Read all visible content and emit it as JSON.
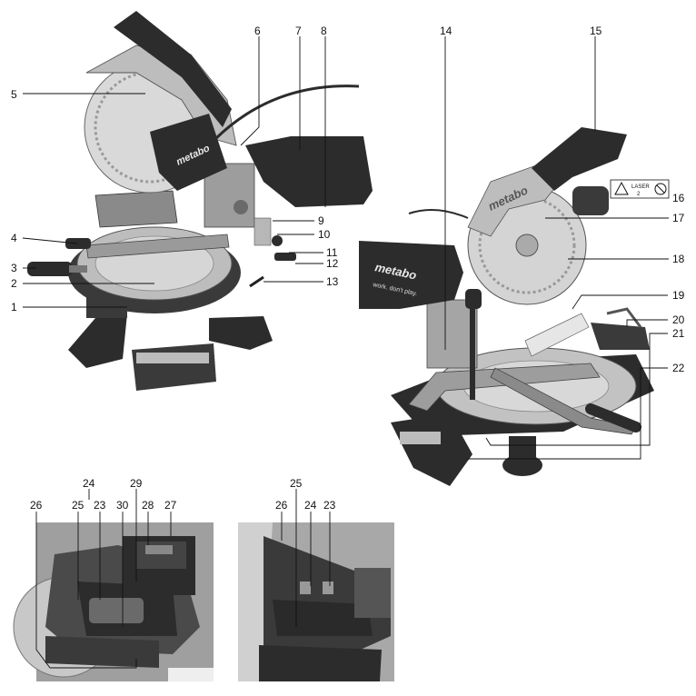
{
  "logo_text": "metabo",
  "logo_slogan": "work. don't play.",
  "laser_label": "LASER",
  "laser_class": "2",
  "colors": {
    "dark": "#2c2c2c",
    "mid": "#8a8a8a",
    "light": "#c9c9c9",
    "pale": "#e6e6e6"
  },
  "labels": {
    "l1": "1",
    "l2": "2",
    "l3": "3",
    "l4": "4",
    "l5": "5",
    "l6": "6",
    "l7": "7",
    "l8": "8",
    "l9": "9",
    "l10": "10",
    "l11": "11",
    "l12": "12",
    "l13": "13",
    "l14": "14",
    "l15": "15",
    "l16": "16",
    "l17": "17",
    "l18": "18",
    "l19": "19",
    "l20": "20",
    "l21": "21",
    "l22": "22",
    "l23a": "23",
    "l24a": "24",
    "l25a": "25",
    "l26a": "26",
    "l27": "27",
    "l28": "28",
    "l29": "29",
    "l30": "30",
    "l23b": "23",
    "l24b": "24",
    "l25b": "25",
    "l26b": "26"
  }
}
